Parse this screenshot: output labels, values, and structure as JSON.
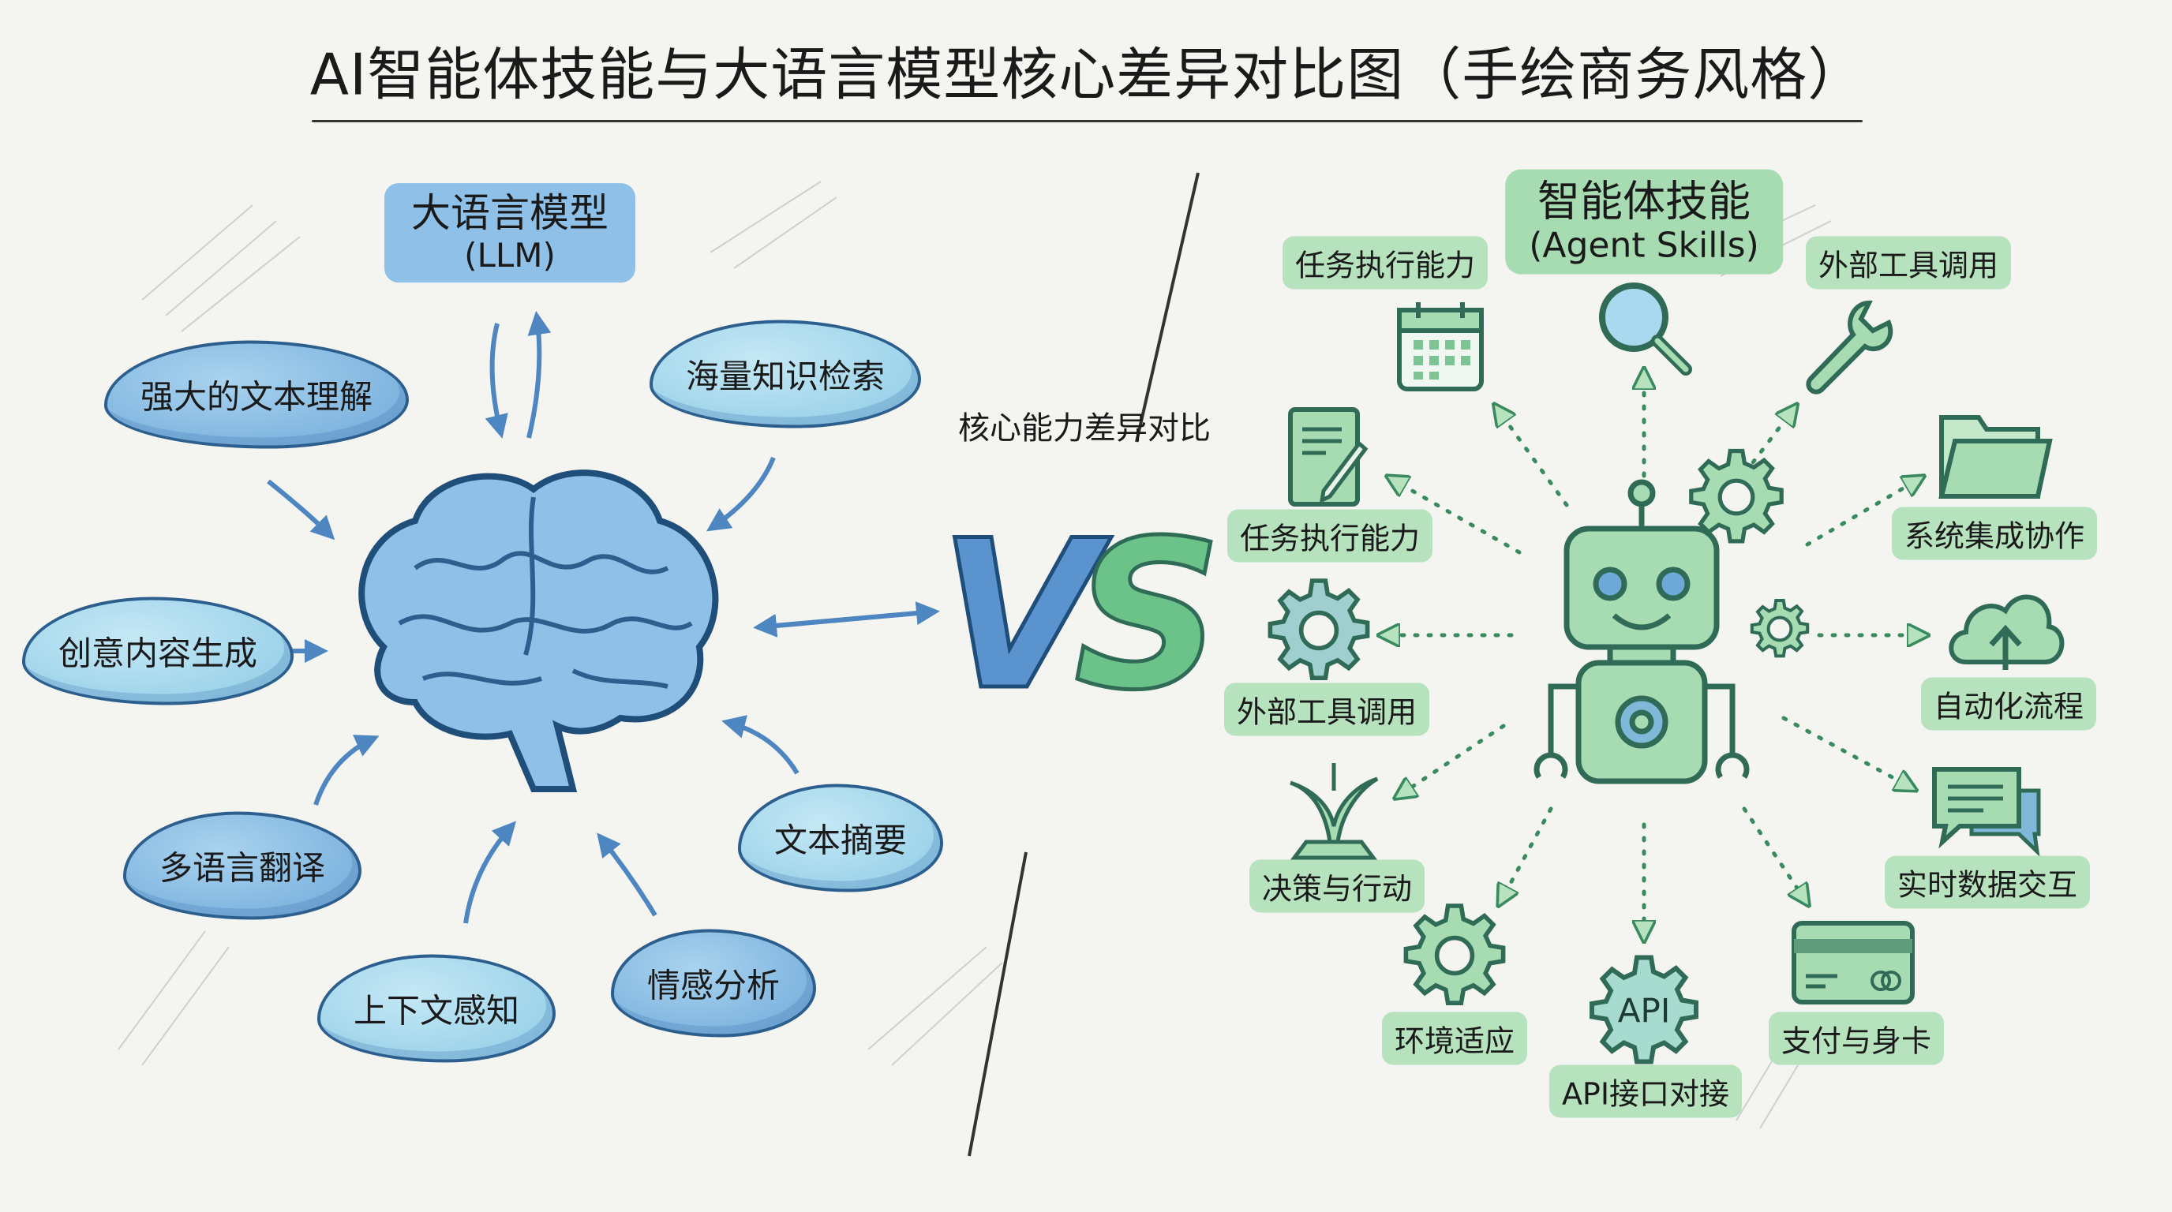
{
  "title": "AI智能体技能与大语言模型核心差异对比图（手绘商务风格）",
  "center_label": "核心能力差异对比",
  "vs_text": {
    "v": "V",
    "s": "S"
  },
  "llm": {
    "title": "大语言模型",
    "subtitle": "(LLM)",
    "capabilities": [
      "强大的文本理解",
      "海量知识检索",
      "创意内容生成",
      "多语言翻译",
      "上下文感知",
      "情感分析",
      "文本摘要"
    ]
  },
  "agent": {
    "title": "智能体技能",
    "subtitle": "(Agent Skills)",
    "skills": [
      "任务执行能力",
      "外部工具调用",
      "任务执行能力",
      "系统集成协作",
      "外部工具调用",
      "自动化流程",
      "决策与行动",
      "实时数据交互",
      "环境适应",
      "API接口对接",
      "支付与身卡"
    ],
    "api_badge": "API"
  },
  "colors": {
    "llm_blue": "#6fa9da",
    "agent_green": "#a7dbb1",
    "outline_dark_green": "#2f6b57",
    "outline_dark_blue": "#2c5f8e"
  }
}
